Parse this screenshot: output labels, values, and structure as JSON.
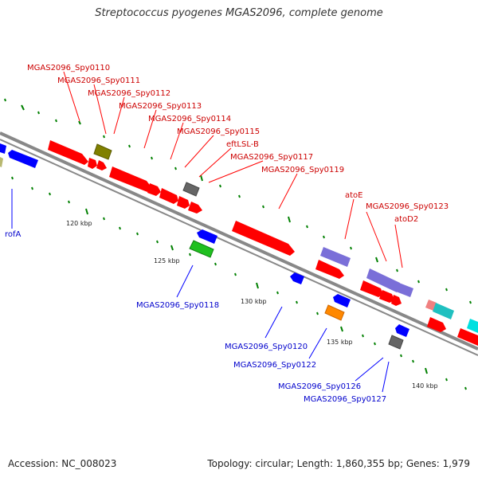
{
  "title": "Streptococcus pyogenes MGAS2096, complete genome",
  "accession": "Accession: NC_008023",
  "summary": "Topology: circular; Length: 1,860,355 bp; Genes: 1,979",
  "colors": {
    "forward_gene": "#ff0000",
    "label_forward": "#cc0000",
    "label_reverse": "#0000cc",
    "backbone": "#888888",
    "gc_tick": "#008000"
  },
  "ticks": [
    "120 kbp",
    "125 kbp",
    "130 kbp",
    "135 kbp",
    "140 kbp"
  ],
  "labels_forward": [
    "MGAS2096_Spy0110",
    "MGAS2096_Spy0111",
    "MGAS2096_Spy0112",
    "MGAS2096_Spy0113",
    "MGAS2096_Spy0114",
    "MGAS2096_Spy0115",
    "eftLSL-B",
    "MGAS2096_Spy0117",
    "MGAS2096_Spy0119",
    "atoE",
    "MGAS2096_Spy0123",
    "atoD2"
  ],
  "labels_reverse": [
    "rofA",
    "MGAS2096_Spy0118",
    "MGAS2096_Spy0120",
    "MGAS2096_Spy0122",
    "MGAS2096_Spy0126",
    "MGAS2096_Spy0127"
  ]
}
